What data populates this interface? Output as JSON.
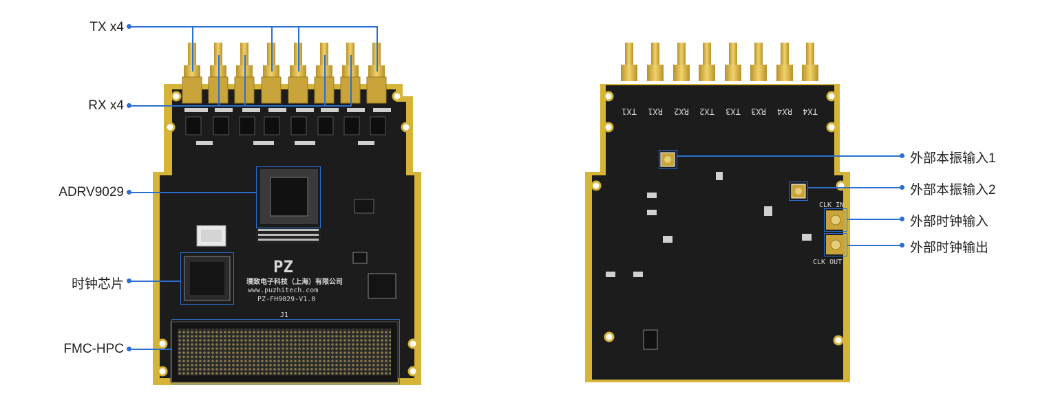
{
  "left_labels": {
    "tx": "TX x4",
    "rx": "RX x4",
    "chip": "ADRV9029",
    "clock_chip": "时钟芯片",
    "fmc": "FMC-HPC"
  },
  "right_labels": {
    "ext_lo_1": "外部本振输入1",
    "ext_lo_2": "外部本振输入2",
    "ext_clk_in": "外部时钟输入",
    "ext_clk_out": "外部时钟输出"
  },
  "board_silk": {
    "company": "璞致电子科技（上海）有限公司",
    "url": "www.puzhitech.com",
    "model": "PZ-FH9029-V1.0",
    "connector": "J1",
    "logo": "PZ",
    "back_ports": [
      "TX1",
      "RX1",
      "RX2",
      "TX2",
      "TX3",
      "RX3",
      "RX4",
      "TX4"
    ],
    "clk_in": "CLK IN",
    "clk_out": "CLK OUT"
  },
  "colors": {
    "accent": "#2b6fd1",
    "pcb": "#1c1c1c",
    "gold": "#d6b437"
  }
}
